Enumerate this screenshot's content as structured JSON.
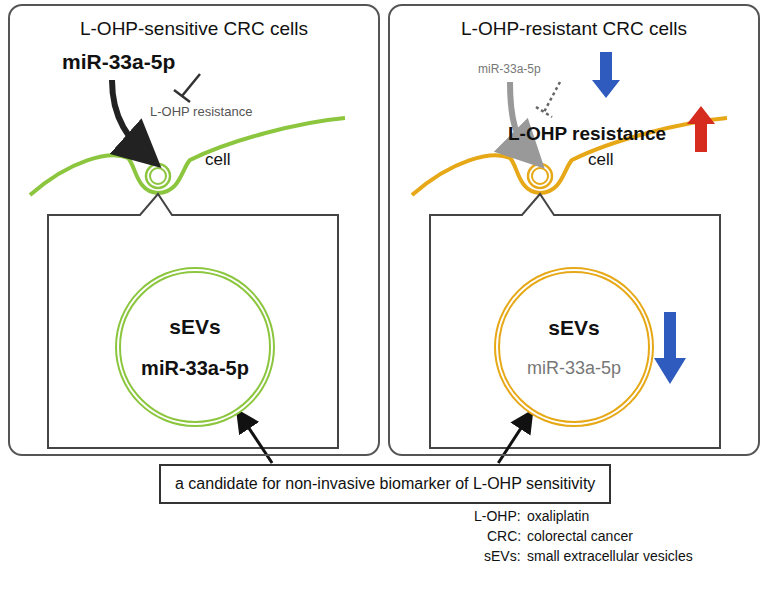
{
  "diagram": {
    "nodes": [
      {
        "text": [
          "L-OHP-sensitive CRC cells"
        ]
      },
      {
        "text": [
          "sEVs",
          "miR-33a-5p"
        ],
        "in": 0
      },
      {
        "text": [
          "L-OHP-resistant CRC cells"
        ]
      },
      {
        "text": [
          "sEVs",
          "miR-33a-5p"
        ],
        "in": 2
      },
      {
        "text": [
          "a candidate for non-invasive biomarker of L-OHP sensitivity"
        ]
      }
    ],
    "edges": [
      {
        "from": 4,
        "to": 1,
        "arrow": "to"
      },
      {
        "from": 4,
        "to": 3,
        "arrow": "to"
      }
    ],
    "labels": [
      "miR-33a-5p",
      "L-OHP resistance",
      "cell",
      "miR-33a-5p",
      "L-OHP resistance",
      "cell",
      "L-OHP:",
      "oxaliplatin",
      "CRC:",
      "colorectal cancer",
      "sEVs:",
      "small extracellular vesicles"
    ]
  }
}
